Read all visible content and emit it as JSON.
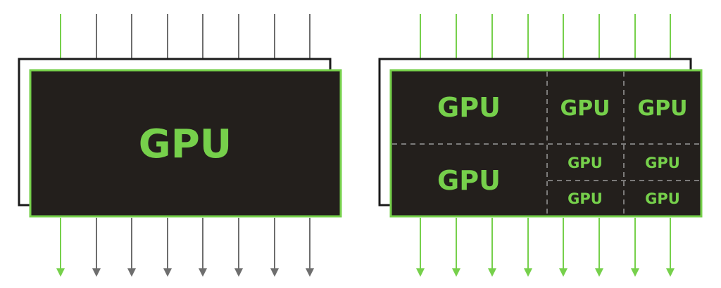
{
  "diagram": {
    "left": {
      "chip_label": "GPU",
      "lanes": [
        "active",
        "idle",
        "idle",
        "idle",
        "idle",
        "idle",
        "idle",
        "idle"
      ]
    },
    "right": {
      "partitions": [
        {
          "label": "GPU",
          "size": "large"
        },
        {
          "label": "GPU",
          "size": "medium"
        },
        {
          "label": "GPU",
          "size": "medium"
        },
        {
          "label": "GPU",
          "size": "large"
        },
        {
          "label": "GPU",
          "size": "small"
        },
        {
          "label": "GPU",
          "size": "small"
        },
        {
          "label": "GPU",
          "size": "small"
        },
        {
          "label": "GPU",
          "size": "small"
        }
      ],
      "lanes": [
        "active",
        "active",
        "active",
        "active",
        "active",
        "active",
        "active",
        "active"
      ]
    }
  },
  "colors": {
    "accent_green": "#76d04b",
    "idle_gray": "#6e6e6e",
    "chip_fill": "#231f1c",
    "back_outline": "#1a1a1a",
    "divider": "#9a9a9a"
  }
}
